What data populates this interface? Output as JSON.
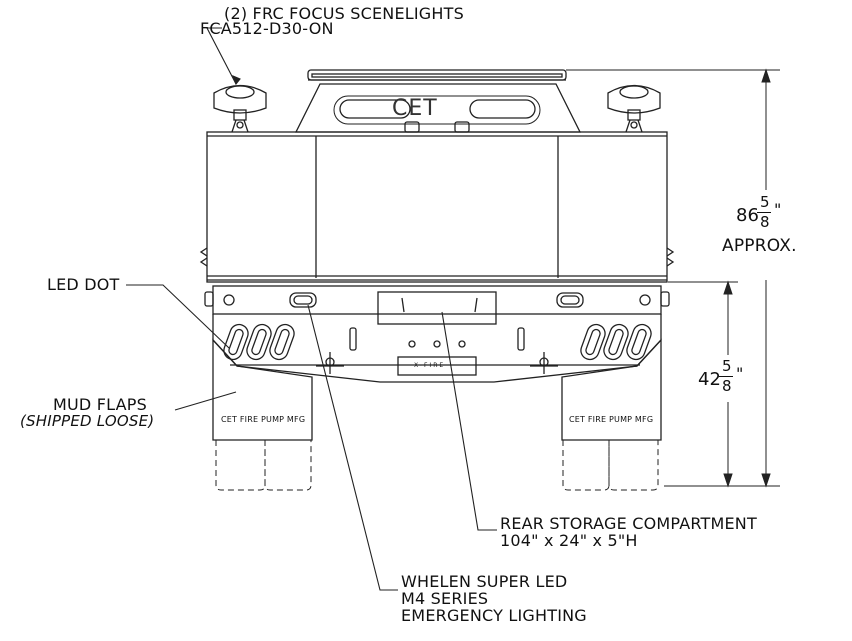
{
  "callouts": {
    "scenelights_line1": "(2) FRC FOCUS SCENELIGHTS",
    "scenelights_line2": "FCA512-D30-ON",
    "led_dot": "LED DOT",
    "mud_flaps_line1": "MUD FLAPS",
    "mud_flaps_line2": "(SHIPPED LOOSE)",
    "storage_line1": "REAR STORAGE COMPARTMENT",
    "storage_line2": "104\" x 24\" x 5\"H",
    "whelen_line1": "WHELEN SUPER LED",
    "whelen_line2": "M4 SERIES",
    "whelen_line3": "EMERGENCY LIGHTING"
  },
  "dimensions": {
    "overall_whole": "86",
    "overall_num": "5",
    "overall_den": "8",
    "overall_unit": "\"",
    "overall_note": "APPROX.",
    "deck_whole": "42",
    "deck_num": "5",
    "deck_den": "8",
    "deck_unit": "\""
  },
  "drawing_text": {
    "logo": "CET",
    "left_flap": "CET FIRE PUMP MFG",
    "right_flap": "CET FIRE PUMP MFG",
    "center_badge": "X-FIRE"
  }
}
